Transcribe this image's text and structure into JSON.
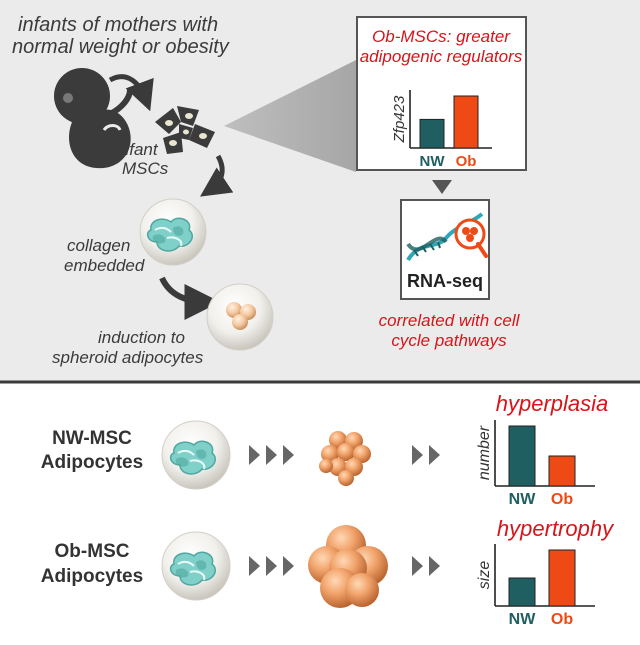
{
  "top": {
    "infants_line1": "infants of mothers with",
    "infants_line2": "normal weight or obesity",
    "msc_line1": "infant",
    "msc_line2": "MSCs",
    "collagen_line1": "collagen",
    "collagen_line2": "embedded",
    "induction_line1": "induction to",
    "induction_line2": "spheroid adipocytes",
    "inset_title_line1": "Ob-MSCs: greater",
    "inset_title_line2": "adipogenic regulators",
    "inset_ylabel": "Zfp423",
    "rnaseq_label": "RNA-seq",
    "correlated_line1": "correlated with cell",
    "correlated_line2": "cycle pathways"
  },
  "bottom": {
    "nw_row_line1": "NW-MSC",
    "nw_row_line2": "Adipocytes",
    "ob_row_line1": "Ob-MSC",
    "ob_row_line2": "Adipocytes",
    "hyperplasia": "hyperplasia",
    "hypertrophy": "hypertrophy"
  },
  "colors": {
    "nw": "#1f5f61",
    "ob": "#ef4a16",
    "accent_red": "#d8141b",
    "top_bg": "#ebebeb",
    "divider": "#3a3a3a"
  },
  "chart_data": [
    {
      "type": "bar",
      "categories": [
        "NW",
        "Ob"
      ],
      "values": [
        0.55,
        1.0
      ],
      "ylabel": "Zfp423"
    },
    {
      "type": "bar",
      "categories": [
        "NW",
        "Ob"
      ],
      "values": [
        1.0,
        0.5
      ],
      "ylabel": "number"
    },
    {
      "type": "bar",
      "categories": [
        "NW",
        "Ob"
      ],
      "values": [
        0.5,
        1.0
      ],
      "ylabel": "size"
    }
  ]
}
